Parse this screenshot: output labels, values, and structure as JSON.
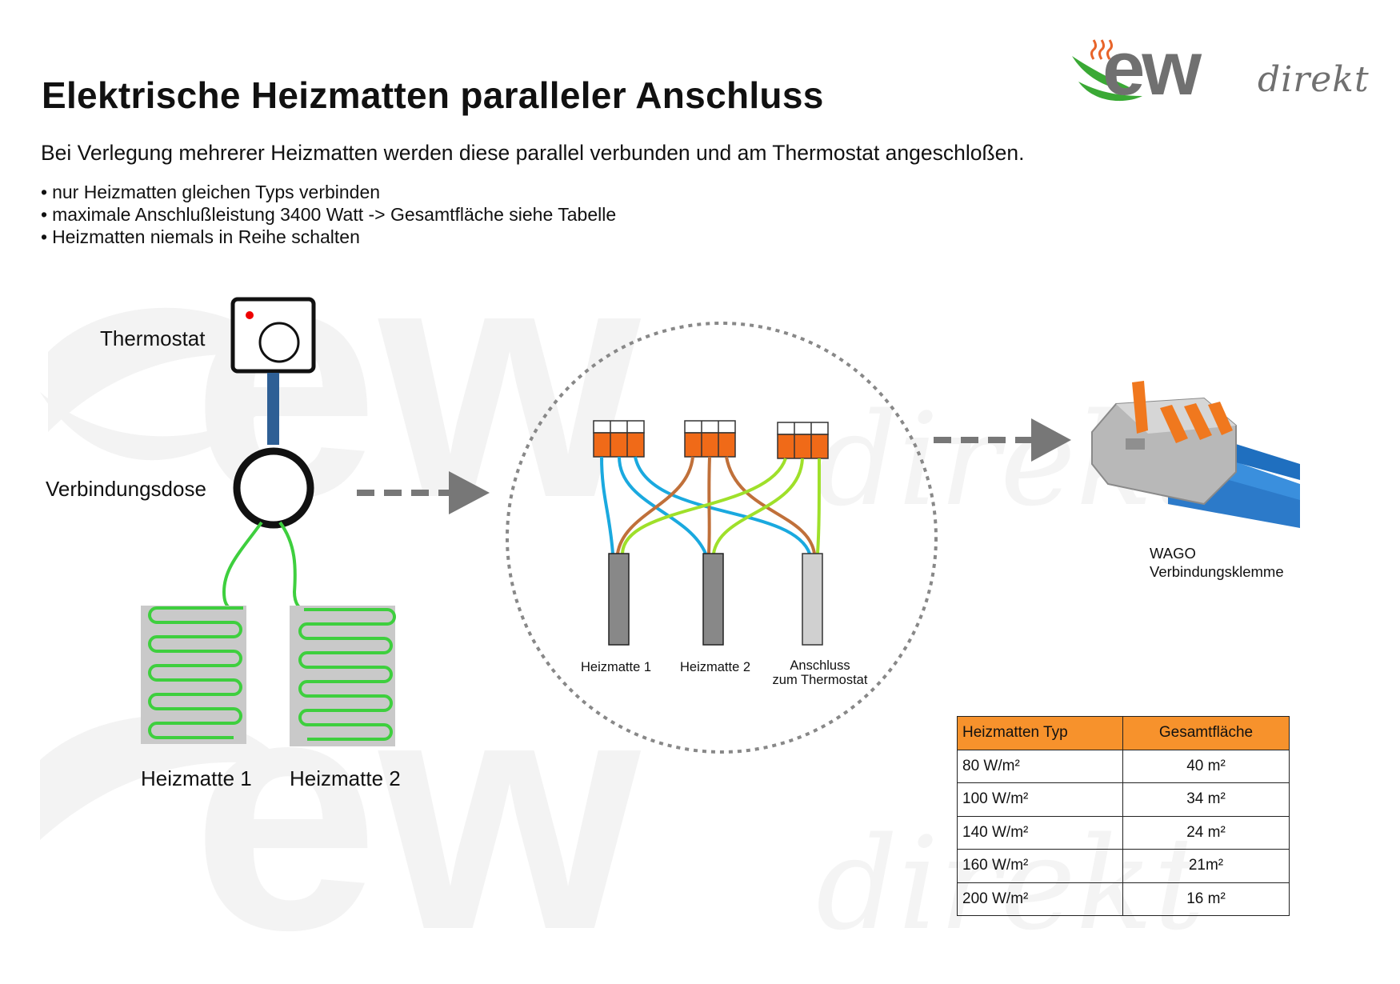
{
  "title": "Elektrische Heizmatten paralleler Anschluss",
  "intro": "Bei Verlegung mehrerer Heizmatten werden diese parallel verbunden und am Thermostat angeschloßen.",
  "bullets": [
    "nur Heizmatten gleichen Typs verbinden",
    "maximale Anschlußleistung 3400 Watt -> Gesamtfläche siehe Tabelle",
    "Heizmatten niemals in Reihe schalten"
  ],
  "logo": {
    "wordmark": "ew",
    "suffix": "direkt"
  },
  "watermark": "ewdirekt",
  "left_diagram": {
    "thermostat_label": "Thermostat",
    "junction_label": "Verbindungsdose",
    "mat1_label": "Heizmatte 1",
    "mat2_label": "Heizmatte 2"
  },
  "detail": {
    "mat1_label": "Heizmatte 1",
    "mat2_label": "Heizmatte 2",
    "thermostat_lines": [
      "Anschluss",
      "zum Thermostat"
    ]
  },
  "wago": {
    "line1": "WAGO",
    "line2": "Verbindungsklemme"
  },
  "table": {
    "headers": [
      "Heizmatten Typ",
      "Gesamtfläche"
    ],
    "rows": [
      [
        "80 W/m²",
        "40 m²"
      ],
      [
        "100 W/m²",
        "34 m²"
      ],
      [
        "140 W/m²",
        "24 m²"
      ],
      [
        "160 W/m²",
        "21m²"
      ],
      [
        "200 W/m²",
        "16 m²"
      ]
    ]
  },
  "colors": {
    "header_orange": "#f7922c",
    "wire_blue": "#1aa9df",
    "wire_brown": "#c0703a",
    "wire_green_yellow": "#9fe02a",
    "heating_green": "#3ecf3e",
    "logo_green": "#3aa935",
    "logo_gray": "#707070"
  }
}
